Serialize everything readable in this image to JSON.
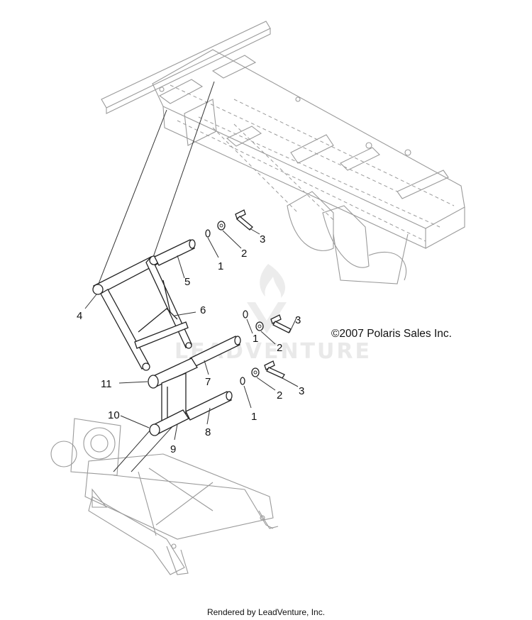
{
  "copyright": "©2007 Polaris Sales Inc.",
  "watermark": "LEADVENTURE",
  "footer": "Rendered by LeadVenture, Inc.",
  "callouts": [
    {
      "id": "c1a",
      "label": "1"
    },
    {
      "id": "c2a",
      "label": "2"
    },
    {
      "id": "c3a",
      "label": "3"
    },
    {
      "id": "c4",
      "label": "4"
    },
    {
      "id": "c5",
      "label": "5"
    },
    {
      "id": "c6",
      "label": "6"
    },
    {
      "id": "c1b",
      "label": "1"
    },
    {
      "id": "c2b",
      "label": "2"
    },
    {
      "id": "c3b",
      "label": "3"
    },
    {
      "id": "c7",
      "label": "7"
    },
    {
      "id": "c11",
      "label": "11"
    },
    {
      "id": "c1c",
      "label": "1"
    },
    {
      "id": "c2c",
      "label": "2"
    },
    {
      "id": "c3c",
      "label": "3"
    },
    {
      "id": "c10",
      "label": "10"
    },
    {
      "id": "c8",
      "label": "8"
    },
    {
      "id": "c9",
      "label": "9"
    }
  ]
}
